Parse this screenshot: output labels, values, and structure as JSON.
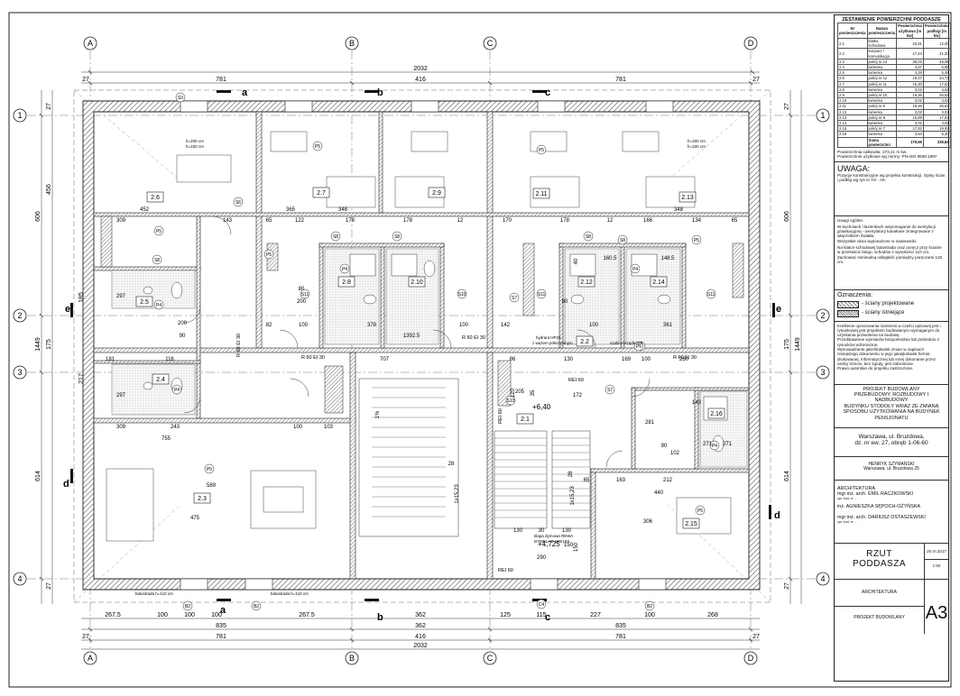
{
  "grid_cols": [
    "A",
    "B",
    "C",
    "D"
  ],
  "grid_rows": [
    "1",
    "2",
    "3",
    "4"
  ],
  "section_marks": [
    "a",
    "b",
    "c",
    "d",
    "e"
  ],
  "dims_top": [
    "2032",
    "781",
    "416",
    "781",
    "27",
    "27"
  ],
  "dims_bottom": [
    "267.5",
    "100",
    "100",
    "100",
    "267.5",
    "362",
    "125",
    "115",
    "227",
    "100",
    "268",
    "835",
    "362",
    "835",
    "781",
    "416",
    "781",
    "2032",
    "27",
    "27"
  ],
  "dims_left": [
    "606",
    "1449",
    "614",
    "456",
    "185",
    "175",
    "217",
    "27",
    "27"
  ],
  "dims_right": [
    "606",
    "1449",
    "614",
    "175",
    "27",
    "27"
  ],
  "dims_inner": [
    "452",
    "309",
    "143",
    "65",
    "122",
    "178",
    "178",
    "12",
    "170",
    "178",
    "12",
    "166",
    "134",
    "65",
    "365",
    "348",
    "348",
    "297",
    "297",
    "82",
    "100",
    "378",
    "100",
    "142",
    "100",
    "361",
    "1392.5",
    "707",
    "86",
    "130",
    "169",
    "100",
    "260",
    "181",
    "116",
    "309",
    "243",
    "100",
    "103",
    "755",
    "80",
    "200",
    "90",
    "200",
    "589",
    "475",
    "172",
    "281",
    "212",
    "163",
    "440",
    "65",
    "130",
    "30",
    "130",
    "290",
    "150",
    "306",
    "143",
    "271",
    "271",
    "102",
    "90",
    "160.5",
    "148.5",
    "80",
    "40",
    "120",
    "205",
    "35",
    "1%",
    "28",
    "28",
    "1x15,23",
    "1x15,23"
  ],
  "room_labels": [
    "2.1",
    "2.2",
    "2.3",
    "2.4",
    "2.5",
    "2.6",
    "2.7",
    "2.8",
    "2.9",
    "2.10",
    "2.11",
    "2.12",
    "2.13",
    "2.14",
    "2.15",
    "2.16"
  ],
  "room_tags": [
    "P5",
    "P4",
    "S6",
    "S8",
    "S3",
    "S7",
    "S10",
    "S11",
    "B2",
    "C4"
  ],
  "plan_notes": {
    "heights_a": "h=200 cm",
    "heights_b": "h=220 cm",
    "balust_left": "balustrada h=110 cm",
    "balust_mid": "balustrada h=110 cm",
    "rei_a": "R 60 EI 30",
    "rei_b": "R 60 EI 30",
    "rei_c": "R 60 EI 30",
    "rei_d": "R 60 EI 30",
    "rei_e": "REI 60",
    "rei_f": "REI 60",
    "rei_g": "REI 60",
    "level_a": "+6,40",
    "level_b": "+4,725",
    "hydrant": "hydrant HP25",
    "hydrant2": "z wężem półsztywnym",
    "szafa": "szafa porządkowa",
    "klapa": "klapa dymowa REWA",
    "klapa2": "DYMKLAP 100/150",
    "tank": "150"
  },
  "title_block": {
    "table_title": "ZESTAWIENIE POWIERZCHNI PODDASZE",
    "table_head": [
      "Nr pomieszczenia",
      "Nazwa pomieszczenia",
      "Powierzchnia użytkowa [m kw]",
      "Powierzchnia podłogi [m kw]"
    ],
    "rows": [
      [
        "2.1",
        "klatka schodowa",
        "10,91",
        "12,00"
      ],
      [
        "2.2",
        "korytarz / komunikacja",
        "17,24",
        "21,33"
      ],
      [
        "2.3",
        "pokój nr 13",
        "36,03",
        "49,99"
      ],
      [
        "2.4",
        "łazienka",
        "4,57",
        "5,98"
      ],
      [
        "2.5",
        "łazienka",
        "4,28",
        "5,49"
      ],
      [
        "2.6",
        "pokój nr 12",
        "19,37",
        "24,73"
      ],
      [
        "2.7",
        "pokój nr 11",
        "15,30",
        "17,53"
      ],
      [
        "2.8",
        "łazienka",
        "3,02",
        "3,02"
      ],
      [
        "2.9",
        "pokój nr 10",
        "19,36",
        "26,62"
      ],
      [
        "2.10",
        "łazienka",
        "3,02",
        "3,02"
      ],
      [
        "2.11",
        "pokój nr 9",
        "19,36",
        "26,62"
      ],
      [
        "2.12",
        "łazienka",
        "3,02",
        "3,02"
      ],
      [
        "2.13",
        "pokój nr 8",
        "15,89",
        "17,53"
      ],
      [
        "2.14",
        "łazienka",
        "3,02",
        "3,02"
      ],
      [
        "2.15",
        "pokój nr 7",
        "17,82",
        "19,93"
      ],
      [
        "2.16",
        "łazienka",
        "3,54",
        "5,30"
      ]
    ],
    "sum_label": "Suma powierzchni",
    "sum_a": "179,56",
    "sum_b": "238,84",
    "total_label": "Powierzchnia całkowita:",
    "total_value": "273,21 m kw.",
    "norm_label": "Powierzchnie użytkowe wg normy:",
    "norm_value": "PN-ISO 9836:1997",
    "uwaga": "UWAGA:",
    "uwaga_text": "Pozycje konstrukcyjne wg projektu konstrukcji. Opisy ścian i podłóg wg rys nr AS - A9.",
    "general_title": "Uwagi ogólne:",
    "general_1": "W kuchniach i łazienkach wspomaganie do wentylacji grawitacyjnej - wentylatory kanałowe zintegrowane z włącznikiem światła.",
    "general_2": "Wszystkie okna wyposażone w nawiewniki.",
    "general_3": "Na klatce schodowej balustrada oraz poręcz przy ścianie w prześwicie biegu, schodów z wysokości 110 cm. Zachować minimalną odległość pomiędzy poręczami 120 cm.",
    "legend_title": "Oznaczenia:",
    "legend_1": "- ściany projektowane",
    "legend_2": "- ściany istniejące",
    "copy_1": "Kreślenie opracowania zamienni w części opisowej jest i rysunkowej jest projektem budowlanym wymaganym do uzyskania pozwolenia na budowę.",
    "copy_2": "Przedstawione wymiarów bezpośrednio lub pośrednio z rysunków wzbronione.",
    "copy_3": "Wprowadzanie jakichkolwiek zmian w zapisach niniejszego dokumentu w jego jakiejkolwiek formie: drukowanej, informatycznej lub innej dokonanie przez osoby trzecie, bez zgody, jest zabronione.",
    "copy_4": "Prawo autorskie do projektu zastrzeżone.",
    "project_1": "PROJEKT BUDOWLANY",
    "project_2": "PRZEBUDOWY, ROZBUDOWY I NADBUDOWY",
    "project_3": "BUDYNKU STODOŁY WRAZ ZE ZMIANĄ",
    "project_4": "SPOSOBU UŻYTKOWANIA NA BUDYNEK",
    "project_5": "PENSJONATU",
    "loc_1": "Warszawa, ul. Bruzdowa,",
    "loc_2": "dz. nr ew. 27, obręb 1-06-60",
    "inv_1": "HENRYK SZYMAŃSKI",
    "inv_2": "Warszawa, ul. Bruzdowa 25",
    "branch": "ARCHITEKTURA",
    "arch_1": "mgr inż. arch. EMIL RACZKOWSKI",
    "arch_1_perm": "upr. bud. nr ...",
    "arch_2": "inż. AGNIESZKA SĘPOCH-OŻYŃSKA",
    "arch_3": "mgr inż. arch. DARIUSZ OSTASZEWSKI",
    "arch_3_perm": "upr. bud. nr ...",
    "drawing_1": "RZUT",
    "drawing_2": "PODDASZA",
    "date": "20.VI.2017",
    "scale": "1:50",
    "branch_b": "ARCHITEKTURA",
    "stage": "PROJEKT BUDOWLANY",
    "sheet": "A3"
  }
}
